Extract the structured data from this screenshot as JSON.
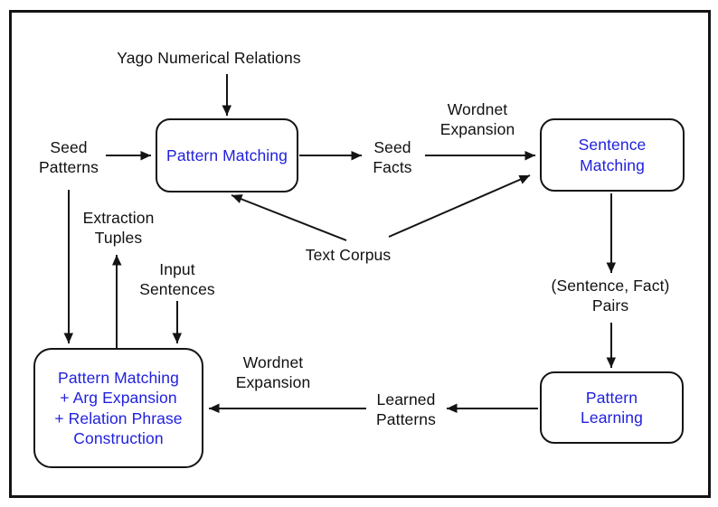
{
  "diagram": {
    "title": "Pattern matching pipeline flowchart",
    "colors": {
      "node_text": "#2121de",
      "line": "#141414",
      "background": "#ffffff"
    },
    "nodes": {
      "pattern_matching": {
        "label": "Pattern Matching"
      },
      "sentence_matching": {
        "label": "Sentence\nMatching"
      },
      "pattern_learning": {
        "label": "Pattern\nLearning"
      },
      "pattern_matching_arg": {
        "label": "Pattern Matching\n+ Arg Expansion\n+ Relation Phrase\nConstruction"
      }
    },
    "labels": {
      "yago": "Yago Numerical Relations",
      "seed_patterns": "Seed\nPatterns",
      "seed_facts": "Seed\nFacts",
      "wordnet_expansion_top": "Wordnet\nExpansion",
      "wordnet_expansion_bottom": "Wordnet\nExpansion",
      "text_corpus": "Text Corpus",
      "extraction_tuples": "Extraction\nTuples",
      "input_sentences": "Input\nSentences",
      "sentence_fact_pairs": "(Sentence, Fact)\nPairs",
      "learned_patterns": "Learned\nPatterns"
    }
  }
}
